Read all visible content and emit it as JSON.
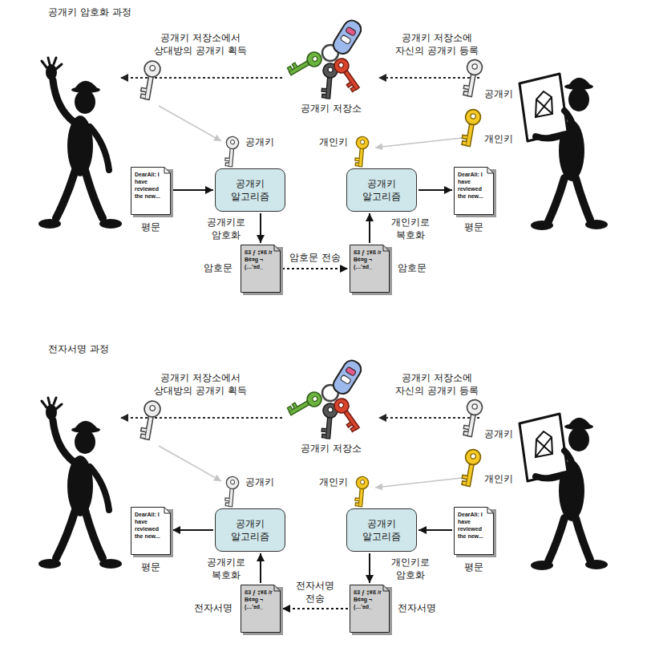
{
  "diagram": {
    "nodes": [
      {
        "text": [
          "DearAli: I have reviewed the new...",
          "평문"
        ]
      },
      {
        "text": [
          "공개키 알고리즘"
        ]
      },
      {
        "text": [
          "공개키 알고리즘"
        ]
      },
      {
        "text": [
          "DearAli: I have reviewed the new...",
          "평문"
        ]
      },
      {
        "text": [
          "ß3 ƒ ‡¥ß /r B¢¤g ¬ (…'±d_",
          "암호문"
        ]
      },
      {
        "text": [
          "ß3 ƒ ‡¥ß /r B¢¤g ¬ (…'±d_",
          "암호문"
        ]
      },
      {
        "text": [
          "DearAli: I have reviewed the new...",
          "평문"
        ]
      },
      {
        "text": [
          "공개키 알고리즘"
        ]
      },
      {
        "text": [
          "공개키 알고리즘"
        ]
      },
      {
        "text": [
          "DearAli: I have reviewed the new...",
          "평문"
        ]
      },
      {
        "text": [
          "ß3 ƒ ‡¥ß /r B¢¤g ¬ (…'±d_",
          "전자서명"
        ]
      },
      {
        "text": [
          "ß3 ƒ ‡¥ß /r B¢¤g ¬ (…'±d_",
          "전자서명"
        ]
      }
    ],
    "edges": [
      {
        "from": 0,
        "to": 1,
        "arrow": "to"
      },
      {
        "from": 1,
        "to": 4,
        "arrow": "to"
      },
      {
        "from": 4,
        "to": 5,
        "label": "암호문 전송",
        "arrow": "to"
      },
      {
        "from": 5,
        "to": 2,
        "arrow": "to"
      },
      {
        "from": 2,
        "to": 3,
        "arrow": "to"
      },
      {
        "from": 9,
        "to": 8,
        "arrow": "to"
      },
      {
        "from": 8,
        "to": 11,
        "arrow": "to"
      },
      {
        "from": 11,
        "to": 10,
        "label": "전자서명 전송",
        "arrow": "to"
      },
      {
        "from": 10,
        "to": 7,
        "arrow": "to"
      },
      {
        "from": 7,
        "to": 6,
        "arrow": "to"
      }
    ],
    "labels": [
      "공개키 암호화 과정",
      "공개키 저장소에서 상대방의 공개키 획득",
      "공개키 저장소에 자신의 공개키 등록",
      "공개키 저장소",
      "공개키",
      "개인키",
      "공개키",
      "개인키",
      "공개키로 암호화",
      "개인키로 복호화",
      "전자서명 과정",
      "공개키 저장소에서 상대방의 공개키 획득",
      "공개키 저장소에 자신의 공개키 등록",
      "공개키 저장소",
      "공개키",
      "개인키",
      "공개키",
      "개인키",
      "공개키로 복호화",
      "개인키로 암호화"
    ]
  }
}
